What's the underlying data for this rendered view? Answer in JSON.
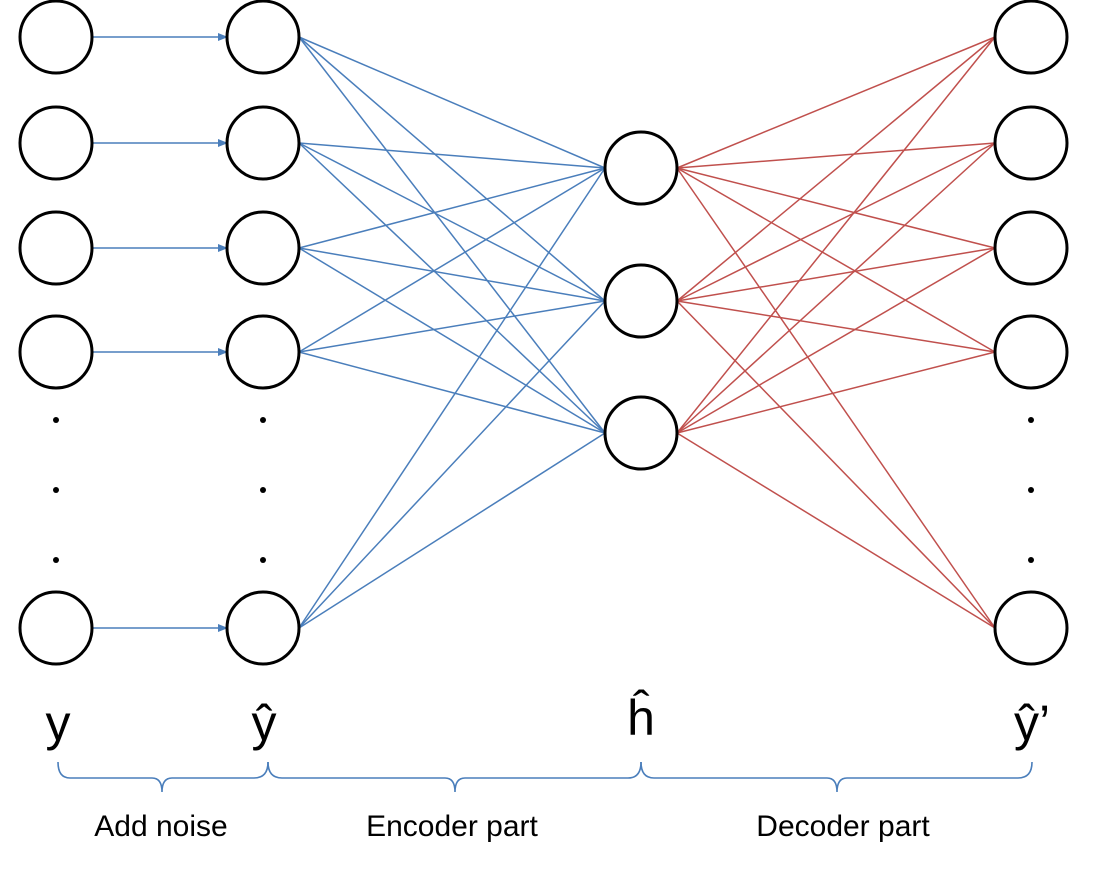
{
  "layers": {
    "input": {
      "label": "y",
      "visible_nodes": 5,
      "ellipsis_dots": 3
    },
    "noisy": {
      "label": "ŷ",
      "visible_nodes": 5,
      "ellipsis_dots": 3
    },
    "hidden": {
      "label": "ĥ",
      "visible_nodes": 3
    },
    "output": {
      "label": "ŷ’",
      "visible_nodes": 5,
      "ellipsis_dots": 3
    }
  },
  "sections": {
    "add_noise": "Add noise",
    "encoder": "Encoder part",
    "decoder": "Decoder part"
  },
  "colors": {
    "encoder_edges": "#4a7ebb",
    "decoder_edges": "#c0504d",
    "node_stroke": "#000000",
    "brace": "#4a7ebb"
  }
}
